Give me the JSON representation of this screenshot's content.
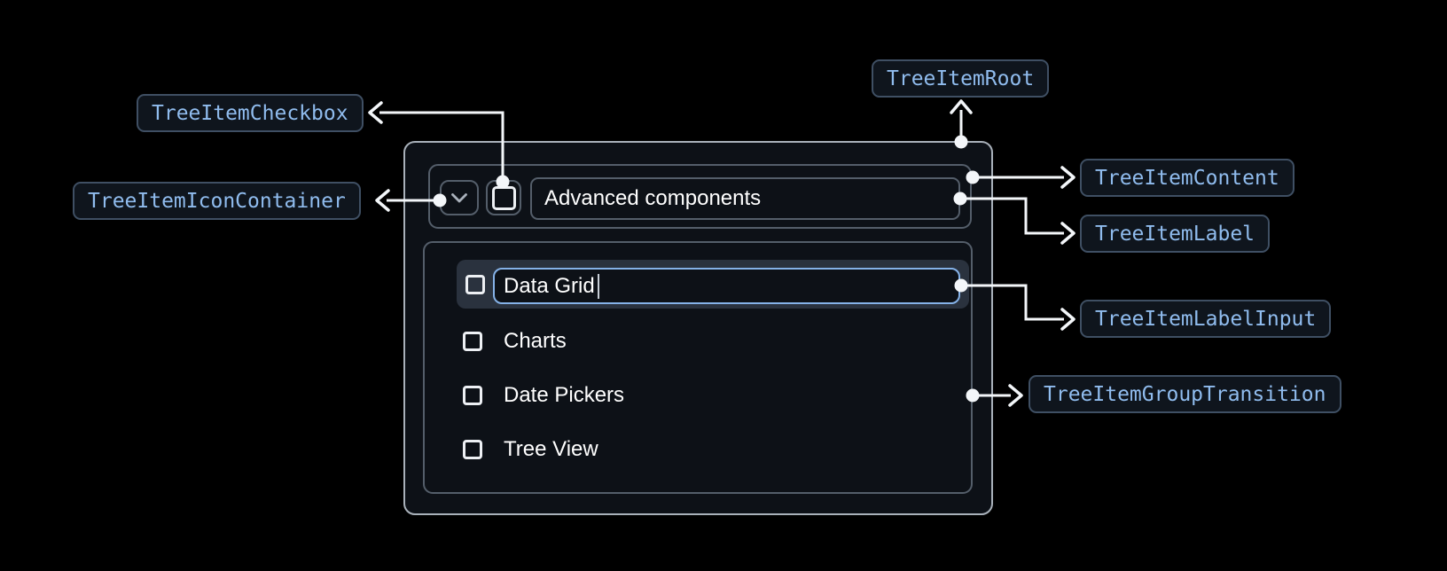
{
  "anatomy": {
    "root_label": "TreeItemRoot",
    "checkbox_label": "TreeItemCheckbox",
    "icon_container_label": "TreeItemIconContainer",
    "content_label": "TreeItemContent",
    "label_label": "TreeItemLabel",
    "label_input_label": "TreeItemLabelInput",
    "group_transition_label": "TreeItemGroupTransition"
  },
  "tree": {
    "root_item": {
      "label": "Advanced components",
      "expanded": true,
      "checked": false
    },
    "editing_item": {
      "value": "Data Grid",
      "checked": false,
      "editing": true
    },
    "children": [
      {
        "label": "Charts",
        "checked": false
      },
      {
        "label": "Date Pickers",
        "checked": false
      },
      {
        "label": "Tree View",
        "checked": false
      }
    ]
  },
  "icons": {
    "expand_icon": "chevron-down",
    "checkbox_icon": "square-outline",
    "caret_icon": "text-cursor",
    "arrow_icon": "open-chevron-arrowhead"
  },
  "colors": {
    "canvas_bg": "#000000",
    "panel_bg": "#0D1117",
    "panel_border": "#A9B1BA",
    "inner_border": "#545E6A",
    "chip_bg": "#0F151D",
    "chip_border": "#3F4F63",
    "chip_text": "#90BCEE",
    "text": "#FFFFFF",
    "row_highlight": "#2A323E",
    "input_border": "#85B2E8",
    "connector": "#F3F6F9",
    "checkbox": "#EDF0F4",
    "muted_icon": "#A9B1BB",
    "caret": "#C7CED6"
  }
}
